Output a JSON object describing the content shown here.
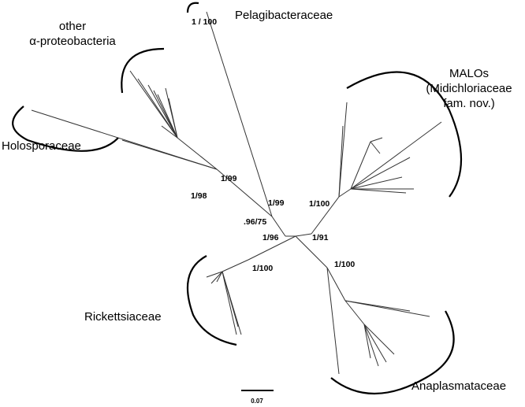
{
  "clades": {
    "pelagibacteraceae": "Pelagibacteraceae",
    "other_alpha": [
      "other",
      "α-proteobacteria"
    ],
    "holosporaceae": "Holosporaceae",
    "malos": [
      "MALOs",
      "(Midichloriaceae",
      "fam. nov.)"
    ],
    "rickettsiaceae": "Rickettsiaceae",
    "anaplasmataceae": "Anaplasmataceae"
  },
  "supports": {
    "pelagi": "1 / 100",
    "s199a": "1/99",
    "s198": "1/98",
    "s199b": "1/99",
    "s9675": ".96/75",
    "s196": "1/96",
    "s191": "1/91",
    "s1100_malo": "1/100",
    "s1100_rick": "1/100",
    "s1100_ana": "1/100"
  },
  "scale_bar": "0.07"
}
